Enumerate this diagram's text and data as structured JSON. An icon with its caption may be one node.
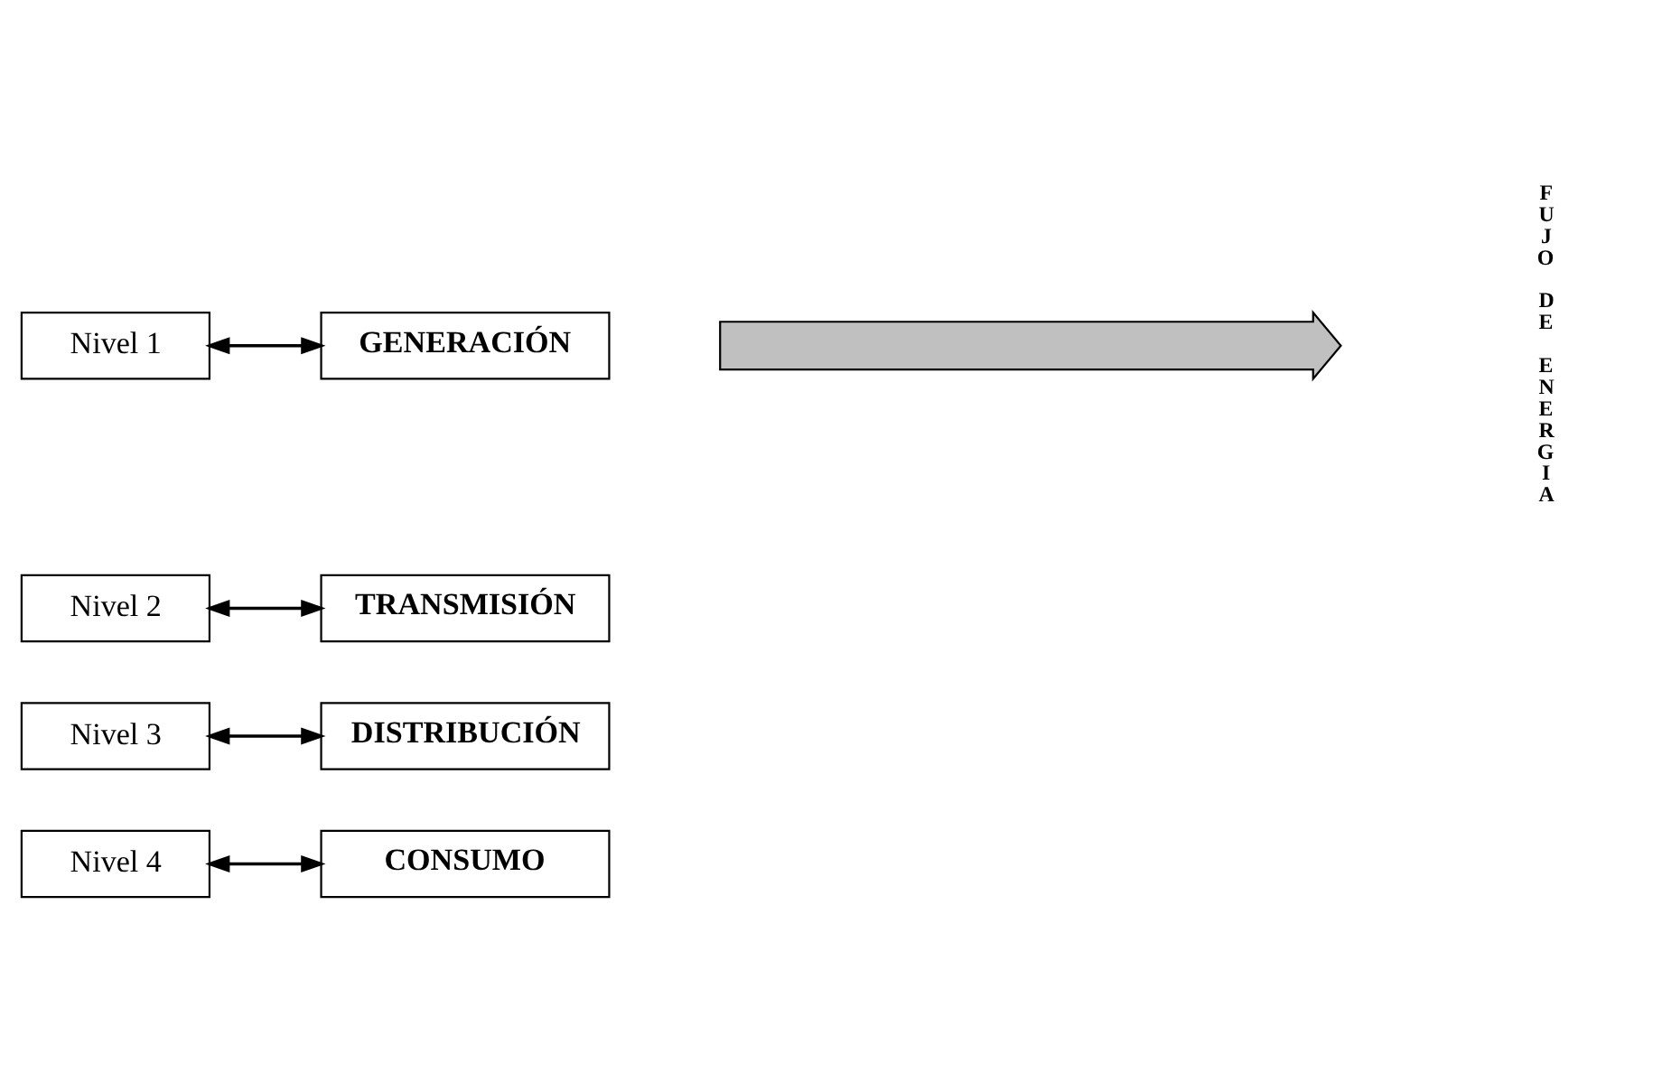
{
  "diagram": {
    "nodes": [
      {
        "text": [
          "Nivel 1"
        ]
      },
      {
        "text": [
          "GENERACIÓN"
        ]
      },
      {
        "text": [
          "Nivel 2"
        ]
      },
      {
        "text": [
          "TRANSMISIÓN"
        ]
      },
      {
        "text": [
          "Nivel 3"
        ]
      },
      {
        "text": [
          "DISTRIBUCIÓN"
        ]
      },
      {
        "text": [
          "Nivel 4"
        ]
      },
      {
        "text": [
          "CONSUMO"
        ]
      },
      {
        "text": [],
        "shape": "arrow"
      }
    ],
    "edges": [
      {
        "from": 0,
        "to": 1,
        "arrow": "both"
      },
      {
        "from": 2,
        "to": 3,
        "arrow": "both"
      },
      {
        "from": 4,
        "to": 5,
        "arrow": "both"
      },
      {
        "from": 6,
        "to": 7,
        "arrow": "both"
      }
    ],
    "labels": [
      "FUJO DE ENERGIA"
    ]
  }
}
